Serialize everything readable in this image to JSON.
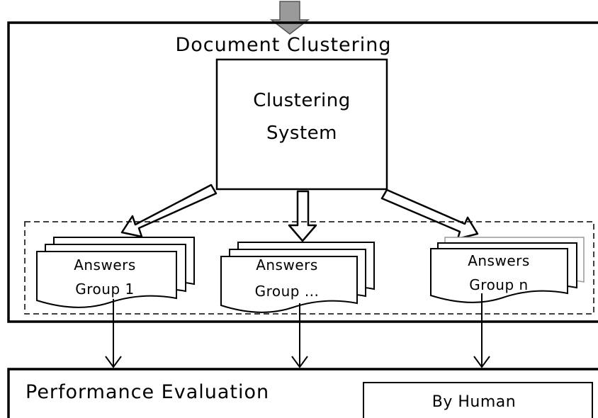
{
  "diagram": {
    "main_section_title": "Document Clustering",
    "clustering_system": {
      "line1": "Clustering",
      "line2": "System"
    },
    "groups": [
      {
        "line1": "Answers",
        "line2": "Group 1"
      },
      {
        "line1": "Answers",
        "line2": "Group ..."
      },
      {
        "line1": "Answers",
        "line2": "Group n"
      }
    ],
    "evaluation_title": "Performance Evaluation",
    "evaluation_method": "By Human"
  },
  "colors": {
    "stroke": "#000000",
    "input_arrow_fill": "#9a9a9a",
    "background": "#ffffff"
  }
}
